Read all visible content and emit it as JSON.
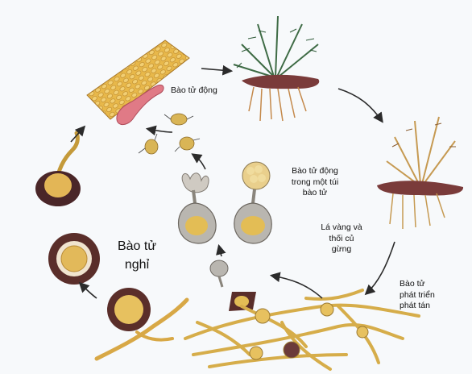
{
  "labels": {
    "motile_spores": "Bào tử động",
    "spores_in_sac_1": "Bào tử động",
    "spores_in_sac_2": "trong một túi",
    "spores_in_sac_3": "bào tử",
    "yellow_leaves_1": "Lá vàng và",
    "yellow_leaves_2": "thối củ",
    "yellow_leaves_3": "gừng",
    "spread_1": "Bào tử",
    "spread_2": "phát triển",
    "spread_3": "phát tán",
    "resting_1": "Bào tử",
    "resting_2": "nghỉ"
  },
  "colors": {
    "background": "#f7f9fb",
    "arrow": "#2b2b2b",
    "root_tissue": "#e8b84a",
    "pink_hypha": "#e07a86",
    "sporangium": "#b9b6b0",
    "spore_yellow": "#e7c15f",
    "resting_ring": "#5a2e2a",
    "hyphae": "#e5c15a",
    "grass_green": "#3e6b45",
    "dry_grass": "#c69a52",
    "rhizome": "#7a3b3a"
  }
}
